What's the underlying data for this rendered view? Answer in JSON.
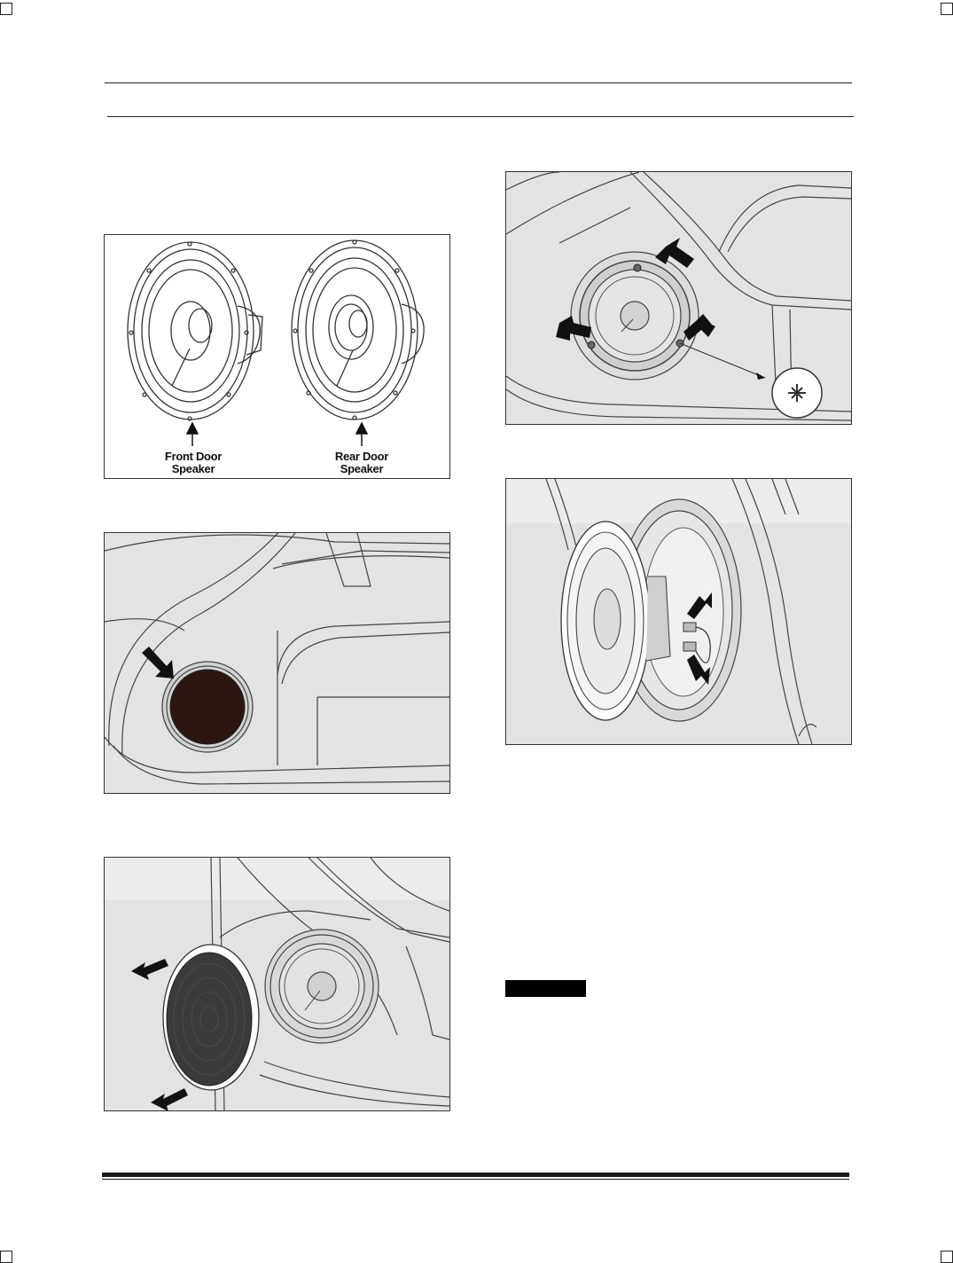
{
  "figures": {
    "speakers": {
      "front_label_line1": "Front Door",
      "front_label_line2": "Speaker",
      "rear_label_line1": "Rear Door",
      "rear_label_line2": "Speaker"
    }
  },
  "colors": {
    "figure_background": "#e3e3e3",
    "line_art": "#333333",
    "arrow": "#111111",
    "speaker_grille": "#2a1712"
  },
  "icons": [
    "arrow-icon",
    "screw-icon"
  ]
}
